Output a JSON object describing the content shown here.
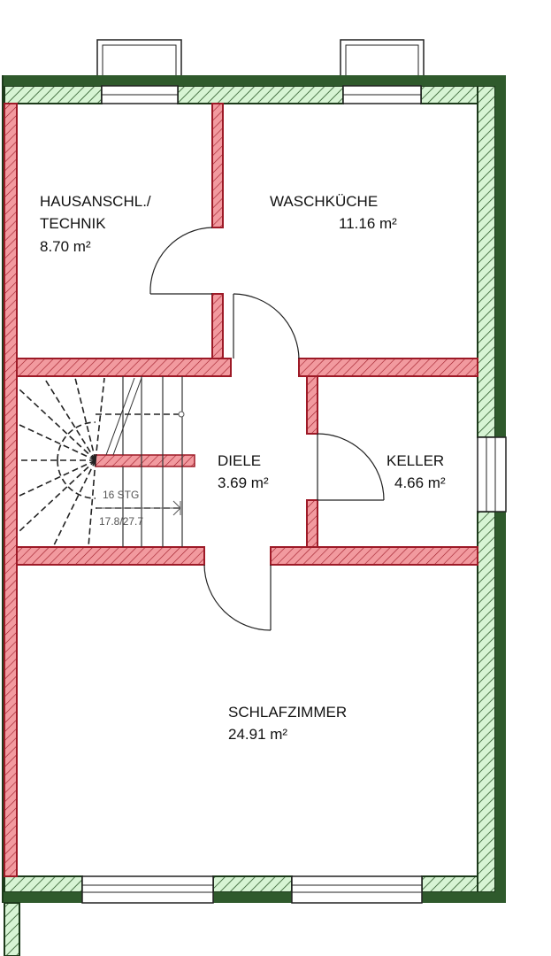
{
  "colors": {
    "exterior_fill": "#d7f4d4",
    "exterior_edge": "#1d3a1b",
    "interior_fill": "#f29a9f",
    "interior_edge": "#9d1a27",
    "line": "#222222",
    "stair_line": "#555555"
  },
  "rooms": [
    {
      "name": "HAUSANSCHL./",
      "name2": "TECHNIK",
      "area": "8.70 m²"
    },
    {
      "name": "WASCHKÜCHE",
      "area": "11.16 m²"
    },
    {
      "name": "DIELE",
      "area": "3.69 m²"
    },
    {
      "name": "KELLER",
      "area": "4.66 m²"
    },
    {
      "name": "SCHLAFZIMMER",
      "area": "24.91 m²"
    }
  ],
  "stair": {
    "steps": "16 STG",
    "dimensions": "17.8/27.7"
  }
}
